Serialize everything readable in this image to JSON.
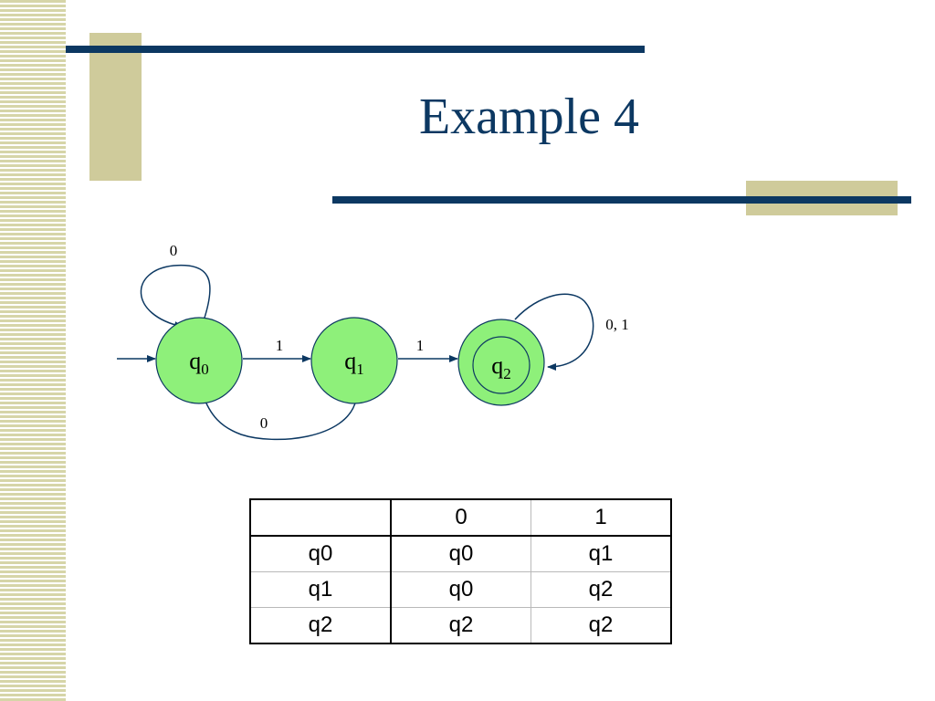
{
  "slide": {
    "title": "Example 4"
  },
  "diagram": {
    "states": [
      {
        "label": "q",
        "sub": "0"
      },
      {
        "label": "q",
        "sub": "1"
      },
      {
        "label": "q",
        "sub": "2"
      }
    ],
    "edge_labels": {
      "q0_self": "0",
      "q0_q1": "1",
      "q1_q2": "1",
      "q1_q0": "0",
      "q2_self": "0, 1"
    },
    "accepting_state": "q2",
    "start_state": "q0",
    "colors": {
      "state_fill": "#8ef07a",
      "edge": "#0c3862"
    }
  },
  "table": {
    "header": [
      "",
      "0",
      "1"
    ],
    "rows": [
      [
        "q0",
        "q0",
        "q1"
      ],
      [
        "q1",
        "q0",
        "q2"
      ],
      [
        "q2",
        "q2",
        "q2"
      ]
    ]
  }
}
